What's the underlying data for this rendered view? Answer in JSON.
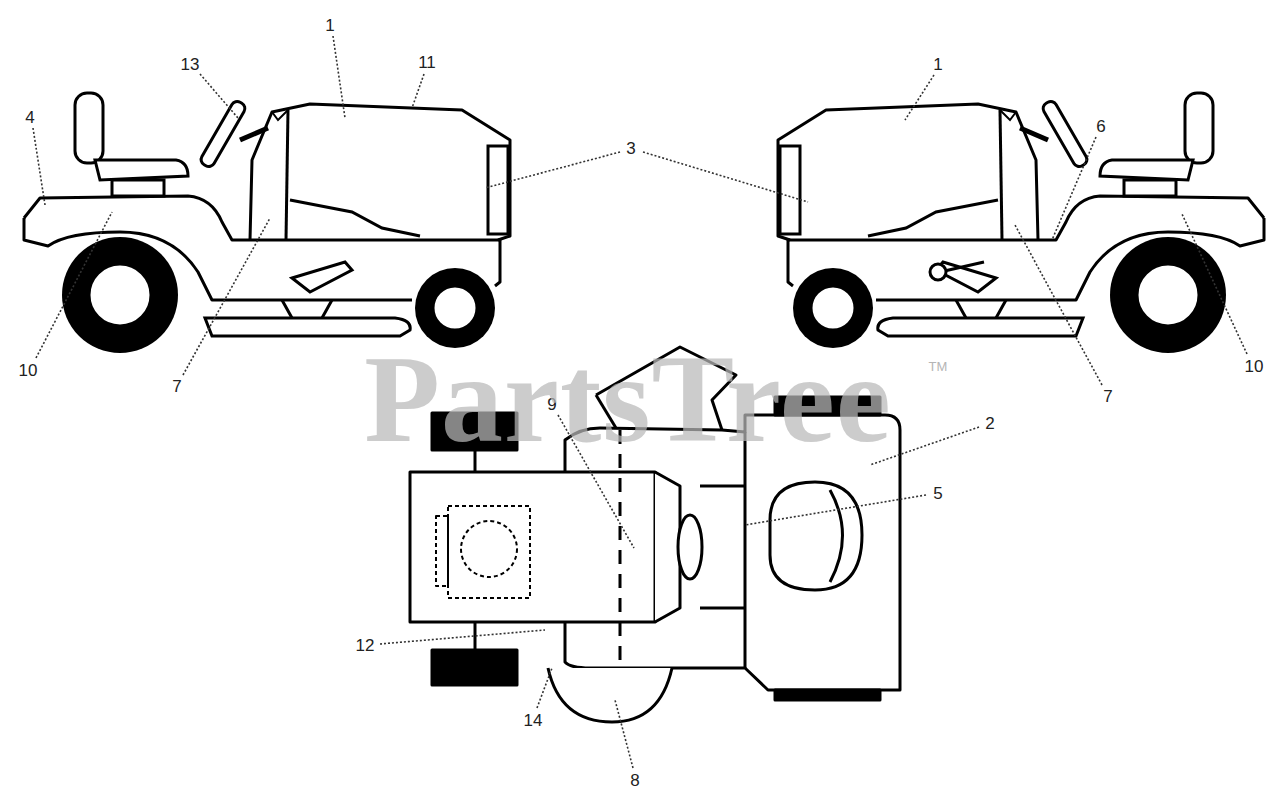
{
  "diagram": {
    "labels": [
      "1",
      "11",
      "13",
      "4",
      "3",
      "1",
      "6",
      "10",
      "10",
      "7",
      "7",
      "9",
      "2",
      "5",
      "12",
      "14",
      "8",
      "PartsTree",
      "TM"
    ]
  }
}
